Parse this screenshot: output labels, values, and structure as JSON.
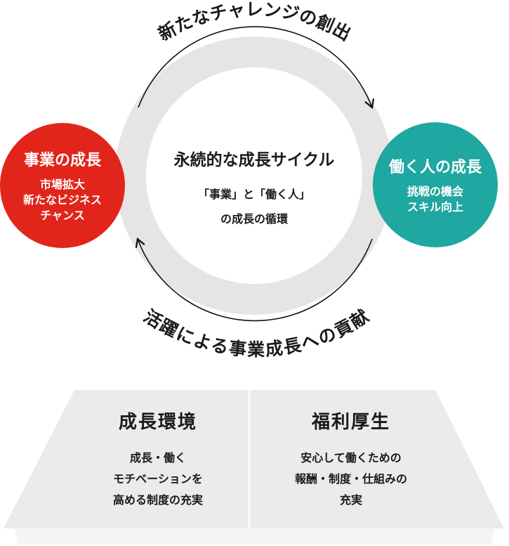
{
  "cycle": {
    "top_label": "新たなチャレンジの創出",
    "bottom_label": "活躍による事業成長への貢献",
    "center_title": "永続的な成長サイクル",
    "center_line1": "「事業」と「働く人」",
    "center_line2": "の成長の循環"
  },
  "business": {
    "title": "事業の成長",
    "lines": [
      "市場拡大",
      "新たなビジネス",
      "チャンス"
    ],
    "color": "#e1251b"
  },
  "people": {
    "title": "働く人の成長",
    "lines": [
      "挑戦の機会",
      "スキル向上"
    ],
    "color": "#1fa7a1"
  },
  "foundation": {
    "left": {
      "title": "成長環境",
      "lines": [
        "成長・働く",
        "モチベーションを",
        "高める制度の充実"
      ]
    },
    "right": {
      "title": "福利厚生",
      "lines": [
        "安心して働くための",
        "報酬・制度・仕組みの",
        "充実"
      ]
    }
  }
}
